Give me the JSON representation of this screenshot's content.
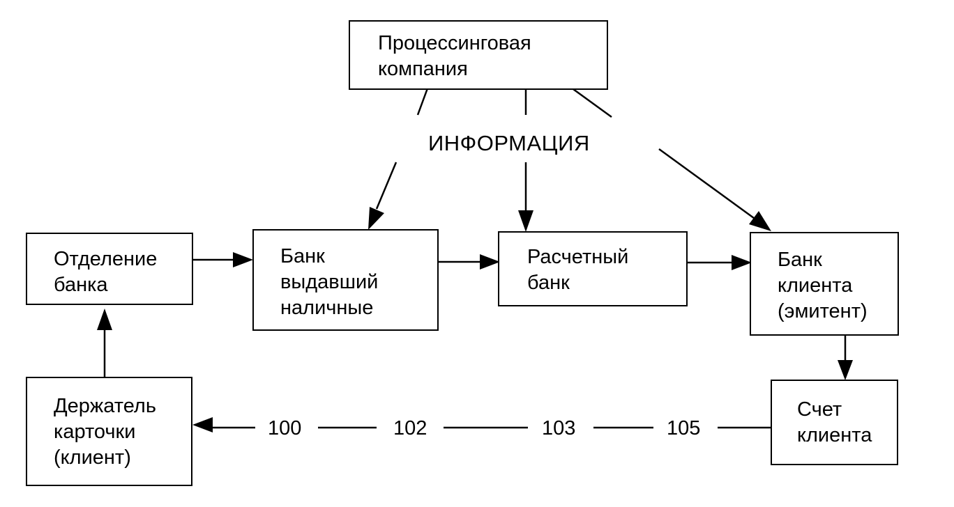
{
  "diagram": {
    "title": "",
    "nodes": [
      {
        "id": "processing",
        "lines": [
          "Процессинговая",
          "компания"
        ]
      },
      {
        "id": "branch",
        "lines": [
          "Отделение",
          "банка"
        ]
      },
      {
        "id": "cash_bank",
        "lines": [
          "Банк",
          "выдавший",
          "наличные"
        ]
      },
      {
        "id": "settlement_bank",
        "lines": [
          "Расчетный",
          "банк"
        ]
      },
      {
        "id": "client_bank",
        "lines": [
          "Банк",
          "клиента",
          "(эмитент)"
        ]
      },
      {
        "id": "cardholder",
        "lines": [
          "Держатель",
          "карточки",
          "(клиент)"
        ]
      },
      {
        "id": "client_account",
        "lines": [
          "Счет",
          "клиента"
        ]
      }
    ],
    "info_label": "ИНФОРМАЦИЯ",
    "flow_numbers": [
      "100",
      "102",
      "103",
      "105"
    ],
    "edges": [
      {
        "from": "processing",
        "to": "cash_bank",
        "via": "info_label"
      },
      {
        "from": "processing",
        "to": "settlement_bank",
        "via": "info_label"
      },
      {
        "from": "processing",
        "to": "client_bank",
        "via": "info_label"
      },
      {
        "from": "branch",
        "to": "cash_bank"
      },
      {
        "from": "cash_bank",
        "to": "settlement_bank"
      },
      {
        "from": "settlement_bank",
        "to": "client_bank"
      },
      {
        "from": "client_bank",
        "to": "client_account"
      },
      {
        "from": "client_account",
        "to": "cardholder",
        "labels": [
          "105",
          "103",
          "102",
          "100"
        ]
      },
      {
        "from": "cardholder",
        "to": "branch"
      }
    ]
  }
}
